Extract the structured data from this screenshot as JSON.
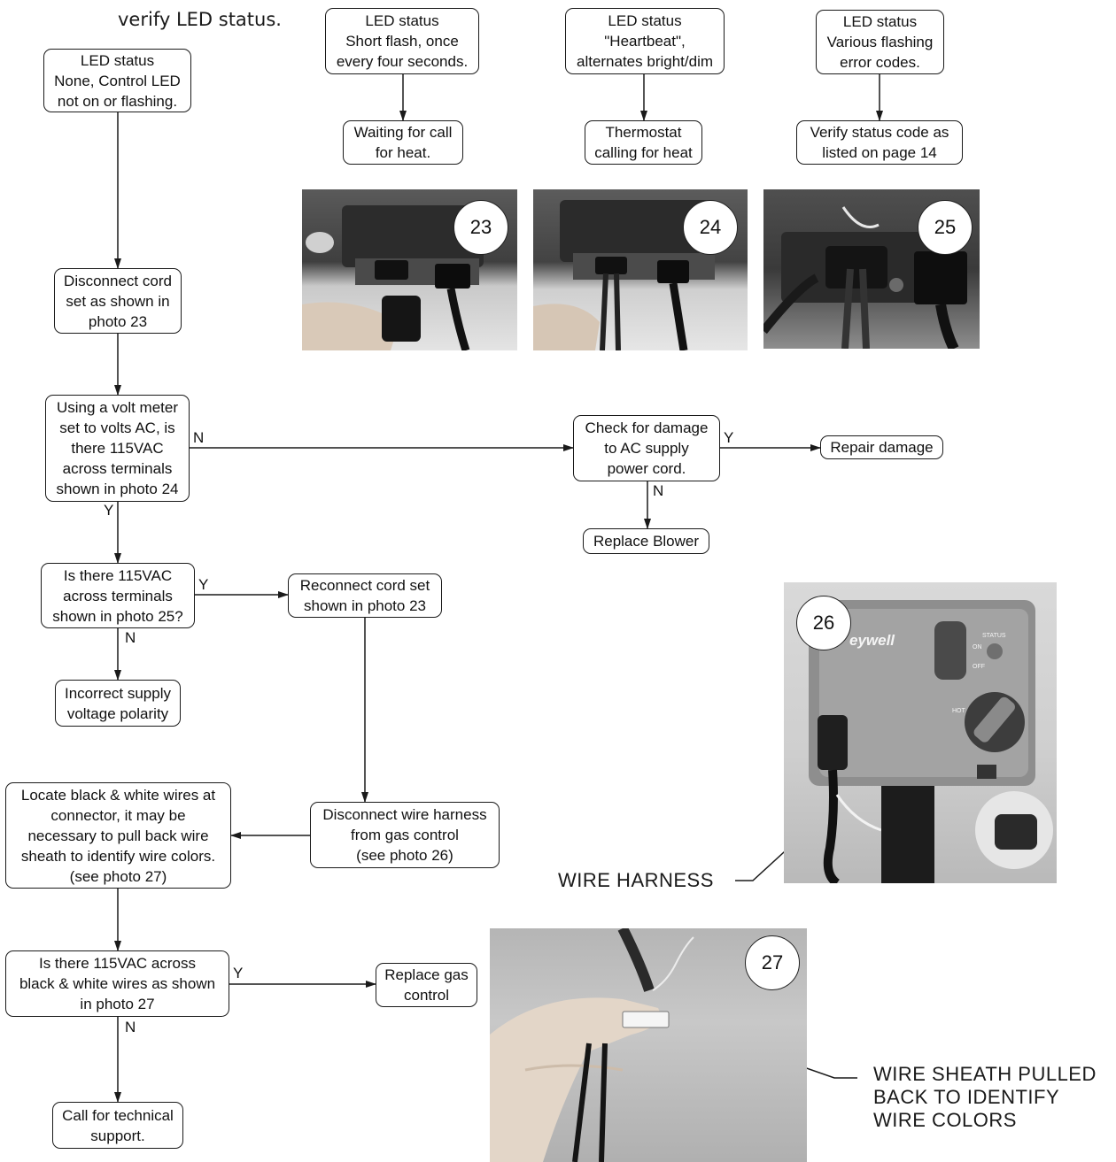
{
  "intro_text": "verify LED status.",
  "nodes": {
    "led_none": [
      "LED status",
      "None, Control LED",
      "not on or flashing."
    ],
    "led_short": [
      "LED status",
      "Short flash, once",
      "every four seconds."
    ],
    "led_heartbeat": [
      "LED status",
      "\"Heartbeat\",",
      "alternates bright/dim"
    ],
    "led_various": [
      "LED status",
      "Various flashing",
      "error codes."
    ],
    "waiting": [
      "Waiting for call",
      "for heat."
    ],
    "thermostat": [
      "Thermostat",
      "calling for heat"
    ],
    "verify_code": [
      "Verify status code as",
      "listed on page 14"
    ],
    "disconnect_cord": [
      "Disconnect cord",
      "set as shown in",
      "photo 23"
    ],
    "volt_meter": [
      "Using a volt meter",
      "set to volts AC, is",
      "there 115VAC",
      "across terminals",
      "shown in photo 24"
    ],
    "check_damage": [
      "Check for damage",
      "to AC supply",
      "power cord."
    ],
    "repair": [
      "Repair damage"
    ],
    "replace_blower": [
      "Replace Blower"
    ],
    "is_115_p25": [
      "Is there 115VAC",
      "across terminals",
      "shown in photo 25?"
    ],
    "reconnect": [
      "Reconnect cord set",
      "shown in photo 23"
    ],
    "incorrect": [
      "Incorrect supply",
      "voltage polarity"
    ],
    "locate_wires": [
      "Locate black & white wires at",
      "connector, it may be",
      "necessary to pull back wire",
      "sheath to identify wire colors.",
      "(see photo 27)"
    ],
    "disconnect_harness": [
      "Disconnect wire harness",
      "from gas control",
      "(see photo 26)"
    ],
    "is_115_bw": [
      "Is there 115VAC across",
      "black & white wires as shown",
      "in photo 27"
    ],
    "replace_gas": [
      "Replace gas",
      "control"
    ],
    "call_support": [
      "Call for technical",
      "support."
    ]
  },
  "branch_labels": {
    "yes": "Y",
    "no": "N"
  },
  "photos": {
    "p23": "23",
    "p24": "24",
    "p25": "25",
    "p26": "26",
    "p27": "27",
    "p26_brand": "eywell",
    "p26_on": "ON",
    "p26_off": "OFF",
    "p26_status": "STATUS",
    "p26_hot": "HOT"
  },
  "callouts": {
    "wire_harness": "WIRE HARNESS",
    "wire_sheath": [
      "WIRE SHEATH PULLED",
      "BACK TO IDENTIFY",
      "WIRE COLORS"
    ]
  }
}
